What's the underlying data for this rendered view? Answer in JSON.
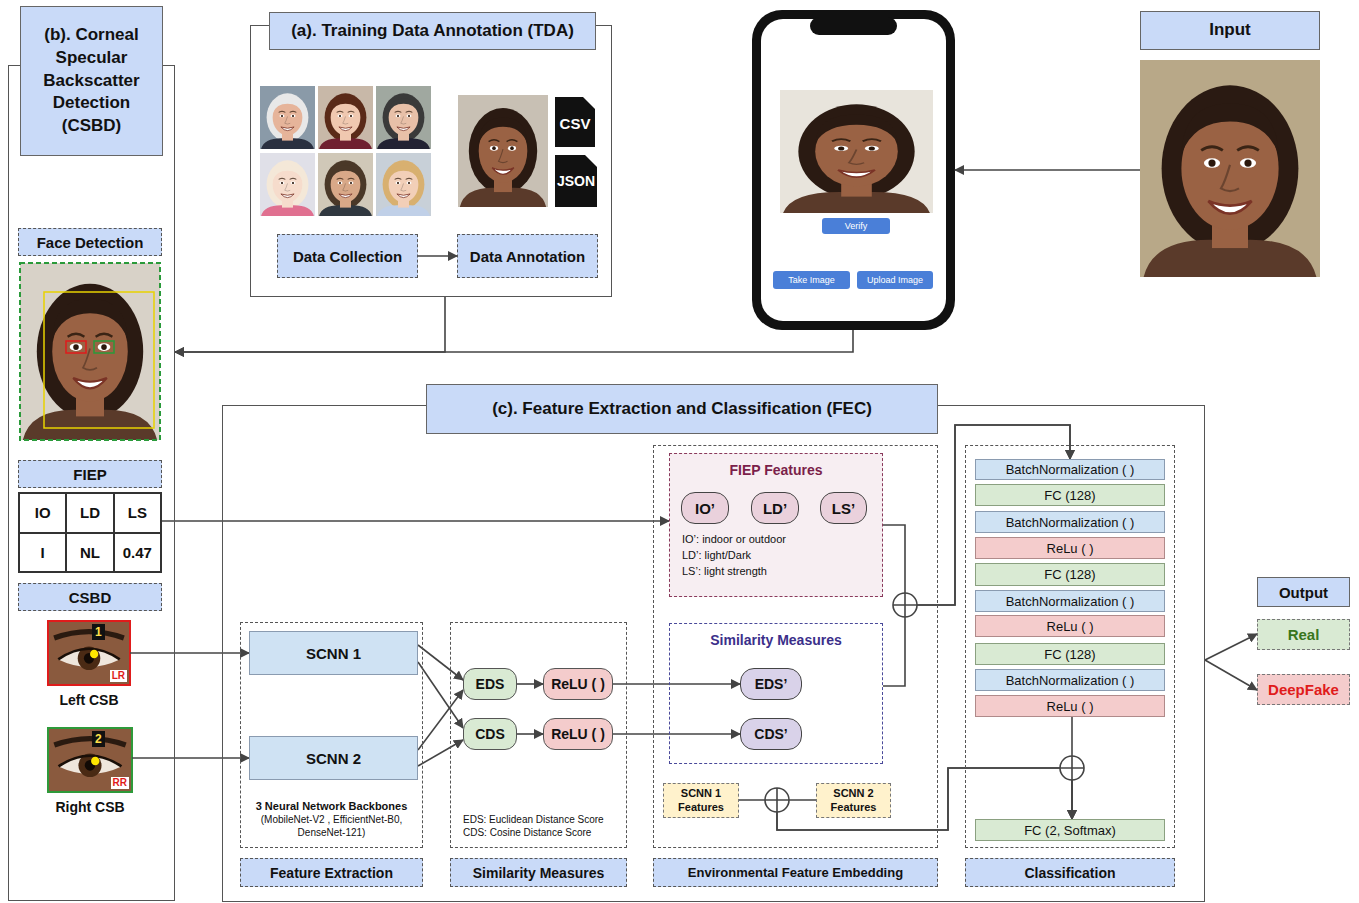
{
  "diagram": {
    "nodes": [
      {
        "text": [
          "(b). Corneal Specular Backscatter Detection (CSBD)"
        ]
      },
      {
        "text": [
          "Face Detection"
        ],
        "in": 0
      },
      {
        "text": [
          "FIEP"
        ],
        "in": 0
      },
      {
        "text": [
          "IO",
          "LD",
          "LS",
          "I",
          "NL",
          "0.47"
        ],
        "in": 0
      },
      {
        "text": [
          "CSBD"
        ],
        "in": 0
      },
      {
        "text": [
          "1",
          "LR",
          "Left CSB"
        ],
        "in": 0
      },
      {
        "text": [
          "2",
          "RR",
          "Right CSB"
        ],
        "in": 0
      },
      {
        "text": [
          "(a). Training Data Annotation (TDA)"
        ]
      },
      {
        "text": [
          "Data Collection"
        ],
        "in": 7
      },
      {
        "text": [
          "Data Annotation"
        ],
        "in": 7
      },
      {
        "text": []
      },
      {
        "text": [
          "Verify"
        ],
        "in": 10
      },
      {
        "text": [
          "Take Image"
        ],
        "in": 10
      },
      {
        "text": [
          "Upload Image"
        ],
        "in": 10
      },
      {
        "text": [
          "Input"
        ]
      },
      {
        "text": [
          "(c). Feature Extraction and Classification (FEC)"
        ]
      },
      {
        "text": [
          "3 Neural Network Backbones",
          "(MobileNet-V2 , EfficientNet-B0, DenseNet-121)",
          "Feature Extraction"
        ],
        "in": 15
      },
      {
        "text": [
          "SCNN 1"
        ],
        "in": 16
      },
      {
        "text": [
          "SCNN 2"
        ],
        "in": 16
      },
      {
        "text": [
          "EDS: Euclidean Distance Score",
          "CDS: Cosine Distance Score",
          "Similarity Measures"
        ],
        "in": 15
      },
      {
        "text": [
          "EDS"
        ],
        "in": 19
      },
      {
        "text": [
          "ReLU ( )"
        ],
        "in": 19
      },
      {
        "text": [
          "CDS"
        ],
        "in": 19
      },
      {
        "text": [
          "ReLU ( )"
        ],
        "in": 19
      },
      {
        "text": [
          "Environmental Feature Embedding"
        ],
        "in": 15
      },
      {
        "text": [
          "FIEP Features",
          "IO’: indoor or outdoor",
          "LD’: light/Dark",
          "LS’: light strength"
        ],
        "in": 24
      },
      {
        "text": [
          "IO’"
        ],
        "in": 25
      },
      {
        "text": [
          "LD’"
        ],
        "in": 25
      },
      {
        "text": [
          "LS’"
        ],
        "in": 25
      },
      {
        "text": [
          "Similarity Measures"
        ],
        "in": 24
      },
      {
        "text": [
          "EDS’"
        ],
        "in": 29
      },
      {
        "text": [
          "CDS’"
        ],
        "in": 29
      },
      {
        "text": [
          "SCNN 1 Features"
        ],
        "in": 24
      },
      {
        "text": [
          "SCNN 2 Features"
        ],
        "in": 24
      },
      {
        "text": [
          "Classification"
        ],
        "in": 15
      },
      {
        "text": [
          "BatchNormalization ( )"
        ],
        "in": 34
      },
      {
        "text": [
          "FC (128)"
        ],
        "in": 34
      },
      {
        "text": [
          "BatchNormalization ( )"
        ],
        "in": 34
      },
      {
        "text": [
          "ReLu ( )"
        ],
        "in": 34
      },
      {
        "text": [
          "FC (128)"
        ],
        "in": 34
      },
      {
        "text": [
          "BatchNormalization ( )"
        ],
        "in": 34
      },
      {
        "text": [
          "ReLu ( )"
        ],
        "in": 34
      },
      {
        "text": [
          "FC (128)"
        ],
        "in": 34
      },
      {
        "text": [
          "BatchNormalization ( )"
        ],
        "in": 34
      },
      {
        "text": [
          "ReLu ( )"
        ],
        "in": 34
      },
      {
        "text": [
          "FC (2, Softmax)"
        ],
        "in": 34
      },
      {
        "text": [
          "Output"
        ]
      },
      {
        "text": [
          "Real"
        ]
      },
      {
        "text": [
          "DeepFake"
        ]
      }
    ],
    "edges": [
      {
        "from": 8,
        "to": 9,
        "arrow": "to"
      },
      {
        "from": 7,
        "to": 0,
        "arrow": "to"
      },
      {
        "from": 10,
        "to": 0,
        "arrow": "to"
      },
      {
        "from": 14,
        "to": 10,
        "arrow": "to"
      },
      {
        "from": 3,
        "to": 25,
        "arrow": "to"
      },
      {
        "from": 5,
        "to": 17,
        "arrow": "to"
      },
      {
        "from": 6,
        "to": 18,
        "arrow": "to"
      },
      {
        "from": 17,
        "to": 20,
        "arrow": "to"
      },
      {
        "from": 17,
        "to": 22,
        "arrow": "to"
      },
      {
        "from": 18,
        "to": 20,
        "arrow": "to"
      },
      {
        "from": 18,
        "to": 22,
        "arrow": "to"
      },
      {
        "from": 20,
        "to": 21,
        "arrow": "to"
      },
      {
        "from": 22,
        "to": 23,
        "arrow": "to"
      },
      {
        "from": 21,
        "to": 30,
        "arrow": "to"
      },
      {
        "from": 23,
        "to": 31,
        "arrow": "to"
      },
      {
        "from": 25,
        "to": 35,
        "arrow": "to"
      },
      {
        "from": 29,
        "to": 35,
        "arrow": "to"
      },
      {
        "from": 32,
        "to": 45,
        "arrow": "to"
      },
      {
        "from": 33,
        "to": 45,
        "arrow": "to"
      },
      {
        "from": 44,
        "to": 45,
        "arrow": "to"
      },
      {
        "from": 15,
        "to": 47,
        "arrow": "to"
      },
      {
        "from": 15,
        "to": 48,
        "arrow": "to"
      }
    ],
    "labels": [
      "CSV",
      "JSON"
    ]
  }
}
